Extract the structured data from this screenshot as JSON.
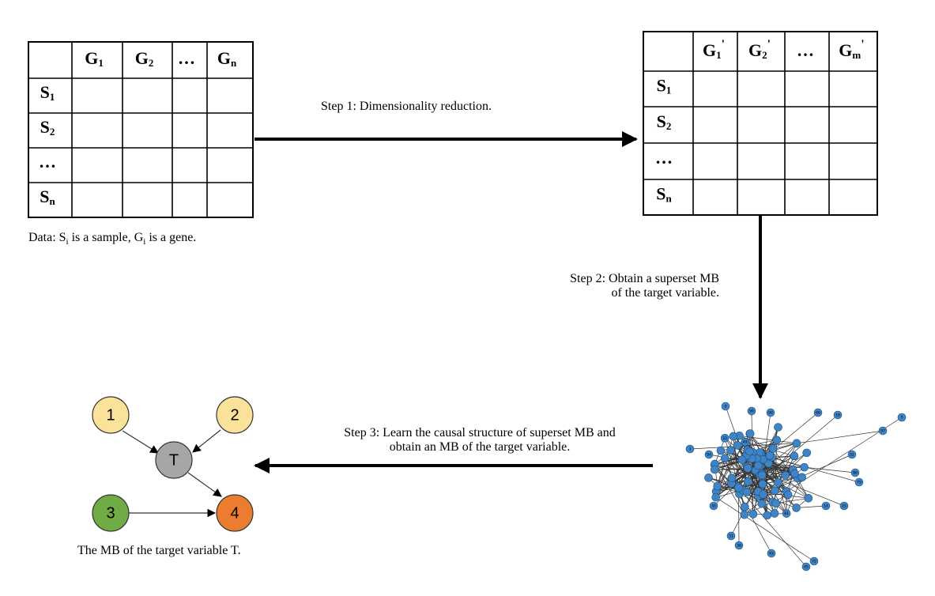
{
  "left_table": {
    "col_headers": [
      {
        "base": "G",
        "sub": "1",
        "sup": ""
      },
      {
        "base": "G",
        "sub": "2",
        "sup": ""
      },
      {
        "base": "…",
        "sub": "",
        "sup": ""
      },
      {
        "base": "G",
        "sub": "n",
        "sup": ""
      }
    ],
    "row_headers": [
      {
        "base": "S",
        "sub": "1"
      },
      {
        "base": "S",
        "sub": "2"
      },
      {
        "base": "…",
        "sub": ""
      },
      {
        "base": "S",
        "sub": "n"
      }
    ],
    "caption": {
      "p1": "Data: S",
      "s1": "i",
      "p2": " is a sample, G",
      "s2": "i",
      "p3": " is a gene."
    }
  },
  "right_table": {
    "col_headers": [
      {
        "base": "G",
        "sub": "1",
        "sup": "'"
      },
      {
        "base": "G",
        "sub": "2",
        "sup": "'"
      },
      {
        "base": "…",
        "sub": "",
        "sup": ""
      },
      {
        "base": "G",
        "sub": "m",
        "sup": "'"
      }
    ],
    "row_headers": [
      {
        "base": "S",
        "sub": "1"
      },
      {
        "base": "S",
        "sub": "2"
      },
      {
        "base": "…",
        "sub": ""
      },
      {
        "base": "S",
        "sub": "n"
      }
    ]
  },
  "steps": {
    "step1": "Step 1:  Dimensionality reduction.",
    "step2_line1": "Step 2:  Obtain a superset MB",
    "step2_line2": "of the target variable.",
    "step3_line1": "Step 3: Learn the causal structure of superset MB and",
    "step3_line2": "obtain an MB of the target variable."
  },
  "mb_graph": {
    "nodes": [
      {
        "id": "n1",
        "label": "1",
        "color": "#fbe29a"
      },
      {
        "id": "n2",
        "label": "2",
        "color": "#fbe29a"
      },
      {
        "id": "nT",
        "label": "T",
        "color": "#a6a6a6"
      },
      {
        "id": "n3",
        "label": "3",
        "color": "#6fac46"
      },
      {
        "id": "n4",
        "label": "4",
        "color": "#ec7d30"
      }
    ],
    "caption": "The MB of the target variable T."
  },
  "network": {
    "node_color": "#3f84c6",
    "labels": [
      "9",
      "5",
      "1",
      "97",
      "31",
      "38",
      "45",
      "72",
      "43",
      "52",
      "86",
      "79",
      "25",
      "18",
      "66",
      "90",
      "94",
      "35",
      "99",
      "14",
      "63",
      "22",
      "49",
      "81",
      "62"
    ]
  }
}
